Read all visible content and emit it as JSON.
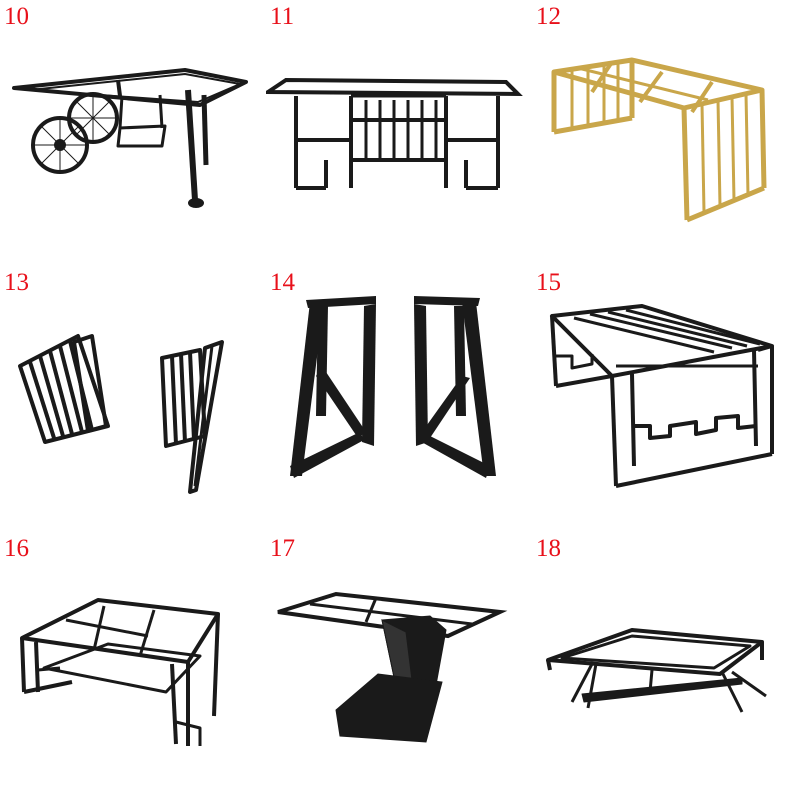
{
  "grid": {
    "items": [
      {
        "number": "10",
        "icon": "cart-table-frame-icon",
        "color": "#1a1a1a"
      },
      {
        "number": "11",
        "icon": "bar-counter-frame-icon",
        "color": "#1a1a1a"
      },
      {
        "number": "12",
        "icon": "gold-slat-table-frame-icon",
        "color": "#c9a64a"
      },
      {
        "number": "13",
        "icon": "folding-slat-panels-icon",
        "color": "#1a1a1a"
      },
      {
        "number": "14",
        "icon": "trapezoid-legs-pair-icon",
        "color": "#1a1a1a"
      },
      {
        "number": "15",
        "icon": "fretwork-table-frame-icon",
        "color": "#1a1a1a"
      },
      {
        "number": "16",
        "icon": "coffee-table-frame-icon",
        "color": "#1a1a1a"
      },
      {
        "number": "17",
        "icon": "pedestal-table-base-icon",
        "color": "#1a1a1a"
      },
      {
        "number": "18",
        "icon": "splayed-leg-table-frame-icon",
        "color": "#1a1a1a"
      }
    ],
    "label_color": "#e8101a"
  }
}
